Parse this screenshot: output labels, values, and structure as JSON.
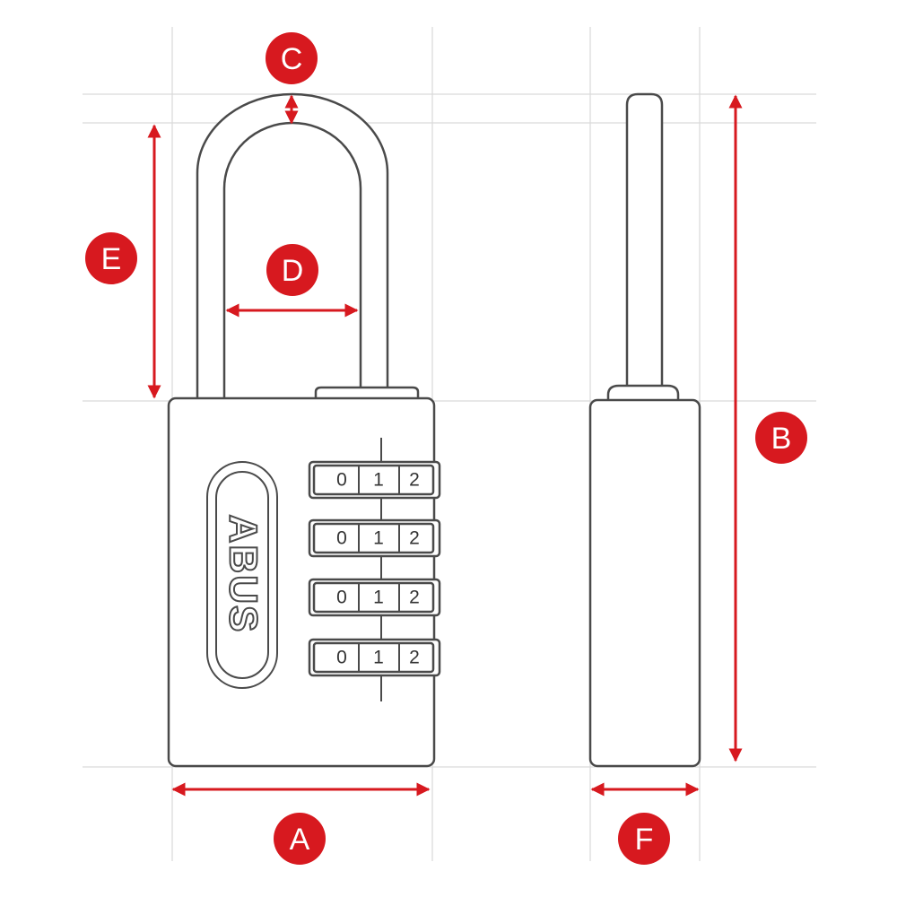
{
  "brand": "ABUS",
  "dimension_labels": {
    "a": "A",
    "b": "B",
    "c": "C",
    "d": "D",
    "e": "E",
    "f": "F"
  },
  "dial_digits": [
    "0",
    "1",
    "2"
  ],
  "wheel_count": 4,
  "colors": {
    "accent": "#d7191f",
    "line": "#4a4a4a",
    "guide": "#d9d9d9"
  }
}
